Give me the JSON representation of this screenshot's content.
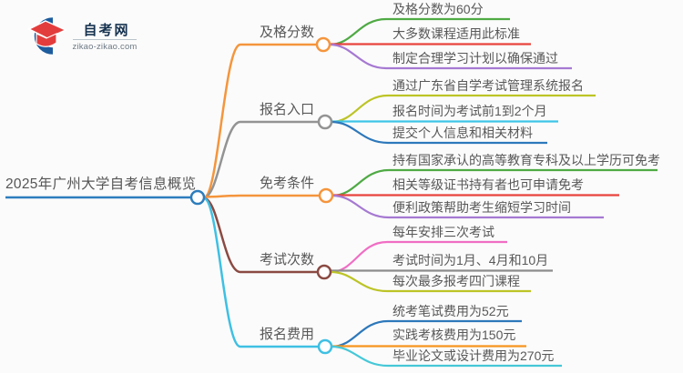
{
  "logo": {
    "title": "自考网",
    "domain": "zikao-zikao.com",
    "brand_blue": "#1d5c9d",
    "brand_red": "#e23d3c"
  },
  "root": {
    "label": "2025年广州大学自考信息概览",
    "color": "#2d7dbd"
  },
  "branches": [
    {
      "label": "及格分数",
      "color": "#f5953c",
      "items": [
        {
          "text": "及格分数为60分",
          "color": "#4faa44"
        },
        {
          "text": "大多数课程适用此标准",
          "color": "#e8443e"
        },
        {
          "text": "制定合理学习计划以确保通过",
          "color": "#a679d2"
        }
      ]
    },
    {
      "label": "报名入口",
      "color": "#939393",
      "items": [
        {
          "text": "通过广东省自学考试管理系统报名",
          "color": "#bcc426"
        },
        {
          "text": "报名时间为考试前1到2个月",
          "color": "#3ec5e8"
        },
        {
          "text": "提交个人信息和相关材料",
          "color": "#2d78bb"
        }
      ]
    },
    {
      "label": "免考条件",
      "color": "#f5953c",
      "items": [
        {
          "text": "持有国家承认的高等教育专科及以上学历可免考",
          "color": "#4faa44"
        },
        {
          "text": "相关等级证书持有者也可申请免考",
          "color": "#e8443e"
        },
        {
          "text": "便利政策帮助考生缩短学习时间",
          "color": "#a679d2"
        }
      ]
    },
    {
      "label": "考试次数",
      "color": "#8a4a42",
      "items": [
        {
          "text": "每年安排三次考试",
          "color": "#f06ec4"
        },
        {
          "text": "考试时间为1月、4月和10月",
          "color": "#8c8c8c"
        },
        {
          "text": "每次最多报考四门课程",
          "color": "#bcc426"
        }
      ]
    },
    {
      "label": "报名费用",
      "color": "#3ec0e3",
      "items": [
        {
          "text": "统考笔试费用为52元",
          "color": "#2d78bb"
        },
        {
          "text": "实践考核费用为150元",
          "color": "#f7941d"
        },
        {
          "text": "毕业论文或设计费用为270元",
          "color": "#45c8d8"
        }
      ]
    }
  ]
}
